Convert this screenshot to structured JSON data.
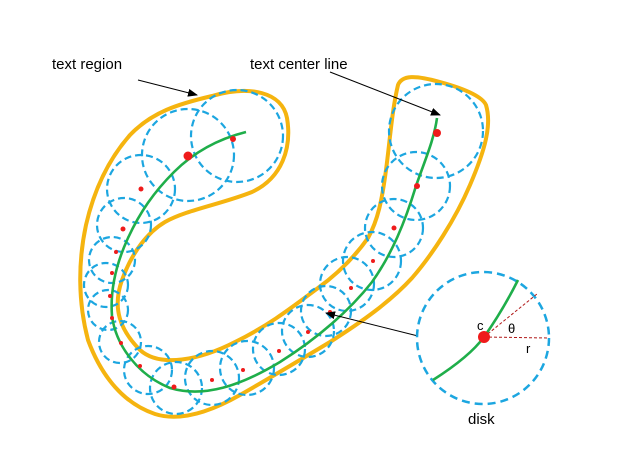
{
  "labels": {
    "text_region": "text region",
    "text_center_line": "text center line",
    "disk": "disk",
    "center": "c",
    "theta": "θ",
    "radius": "r"
  },
  "colors": {
    "region_outline": "#f5b40f",
    "disk_stroke": "#1ca6e0",
    "center_line": "#1fae4a",
    "center_point": "#ef1b1b",
    "dashed_guides": "#b01818",
    "arrow": "#000000"
  }
}
